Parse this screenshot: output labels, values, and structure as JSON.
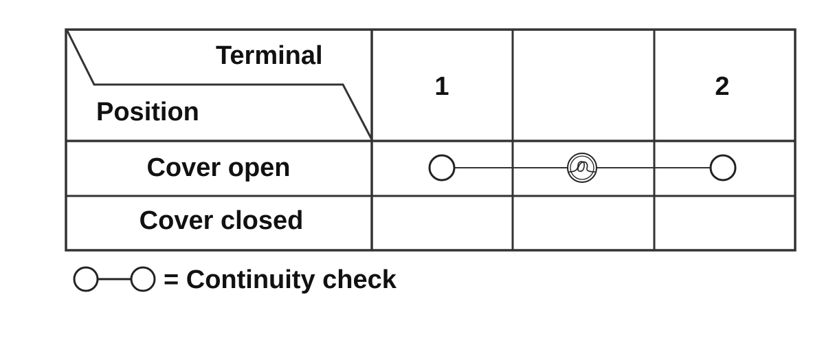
{
  "header": {
    "terminal_label": "Terminal",
    "position_label": "Position",
    "terminals": [
      "1",
      "",
      "2"
    ]
  },
  "rows": [
    {
      "position": "Cover open",
      "connection": {
        "from_terminal": "1",
        "to_terminal": "2",
        "via": "bulb-icon"
      }
    },
    {
      "position": "Cover closed",
      "connection": null
    }
  ],
  "legend": {
    "symbol": "continuity-check-symbol",
    "text": "= Continuity check"
  },
  "colors": {
    "lines": "#333333",
    "text": "#111111",
    "background": "#ffffff"
  }
}
